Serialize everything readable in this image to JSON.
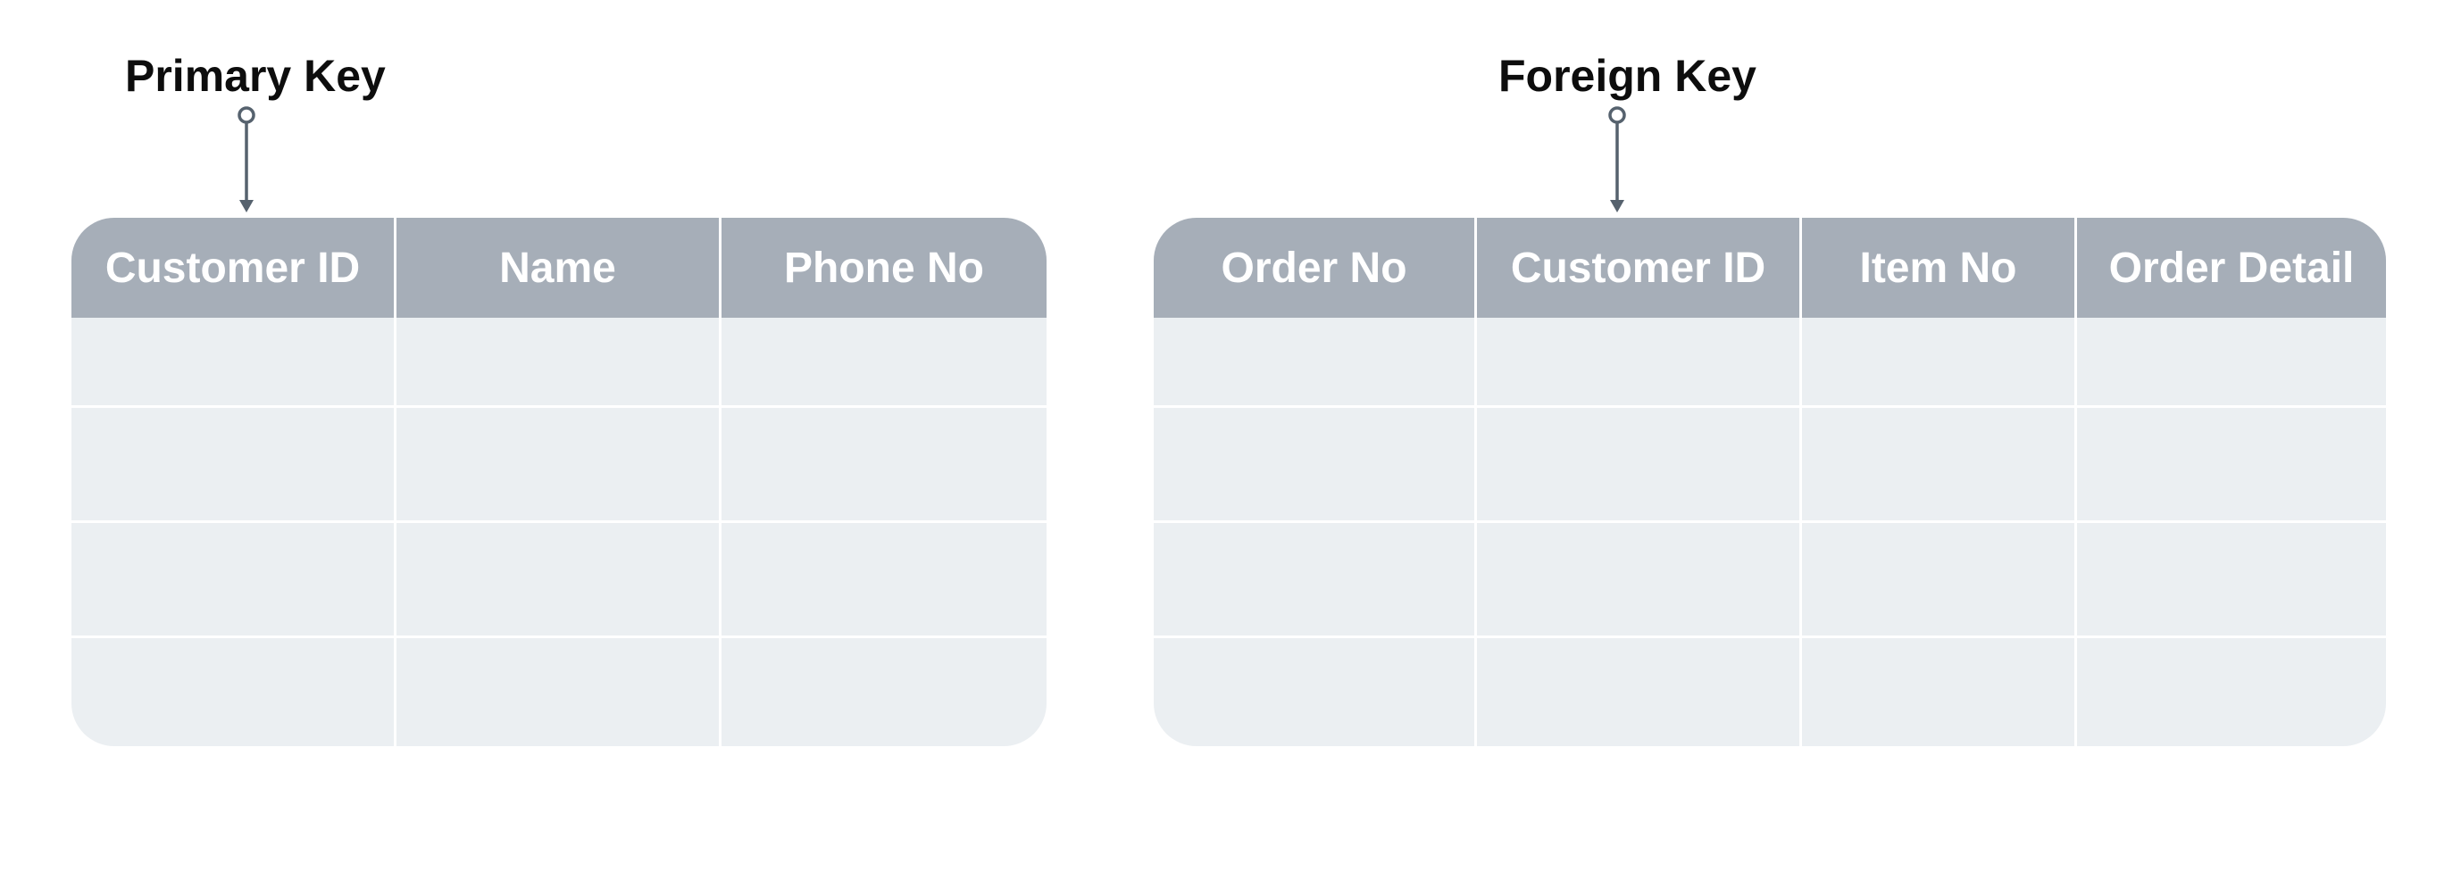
{
  "primary_key": {
    "label": "Primary Key"
  },
  "foreign_key": {
    "label": "Foreign Key"
  },
  "customers_table": {
    "columns": [
      "Customer ID",
      "Name",
      "Phone No"
    ],
    "empty_rows": 4
  },
  "orders_table": {
    "columns": [
      "Order No",
      "Customer ID",
      "Item No",
      "Order Detail"
    ],
    "empty_rows": 4
  },
  "colors": {
    "header_bg": "#a6aeb8",
    "body_bg": "#ebeff2",
    "connector": "#56626e",
    "label_text": "#0d0d0d"
  }
}
